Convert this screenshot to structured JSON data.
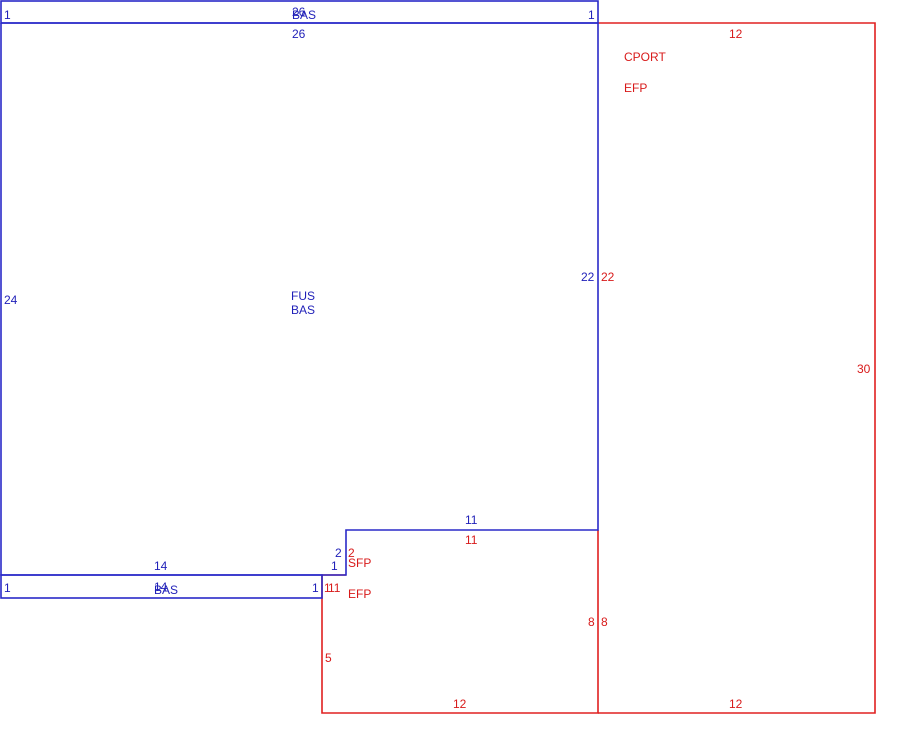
{
  "colors": {
    "living": "#2a2ac8",
    "exterior": "#e02020"
  },
  "labels": {
    "top_strip_left": "1",
    "top_strip_right": "1",
    "top_strip_name_a": "26",
    "top_strip_name_b": "BAS",
    "top_width": "26",
    "main_left_height": "24",
    "main_name_fus": "FUS",
    "main_name_bas": "BAS",
    "main_right_blue": "22",
    "main_right_red": "22",
    "notch_top_blue": "11",
    "notch_top_red": "11",
    "notch_step_blue": "2",
    "notch_step_red": "2",
    "notch_small_blue": "1",
    "notch_small_red": "1",
    "bottom_width": "14",
    "bottom_strip_left": "1",
    "bottom_strip_right": "1",
    "bottom_strip_name_a": "14",
    "bottom_strip_name_b": "BAS",
    "cport_name": "CPORT",
    "cport_efp": "EFP",
    "cport_top": "12",
    "cport_right": "30",
    "cport_bottom": "12",
    "sfp_name": "SFP",
    "sfp_efp": "EFP",
    "sfp_top": "11",
    "sfp_left": "5",
    "sfp_bottom": "12",
    "sfp_right_blue": "8",
    "sfp_right_red": "8"
  }
}
